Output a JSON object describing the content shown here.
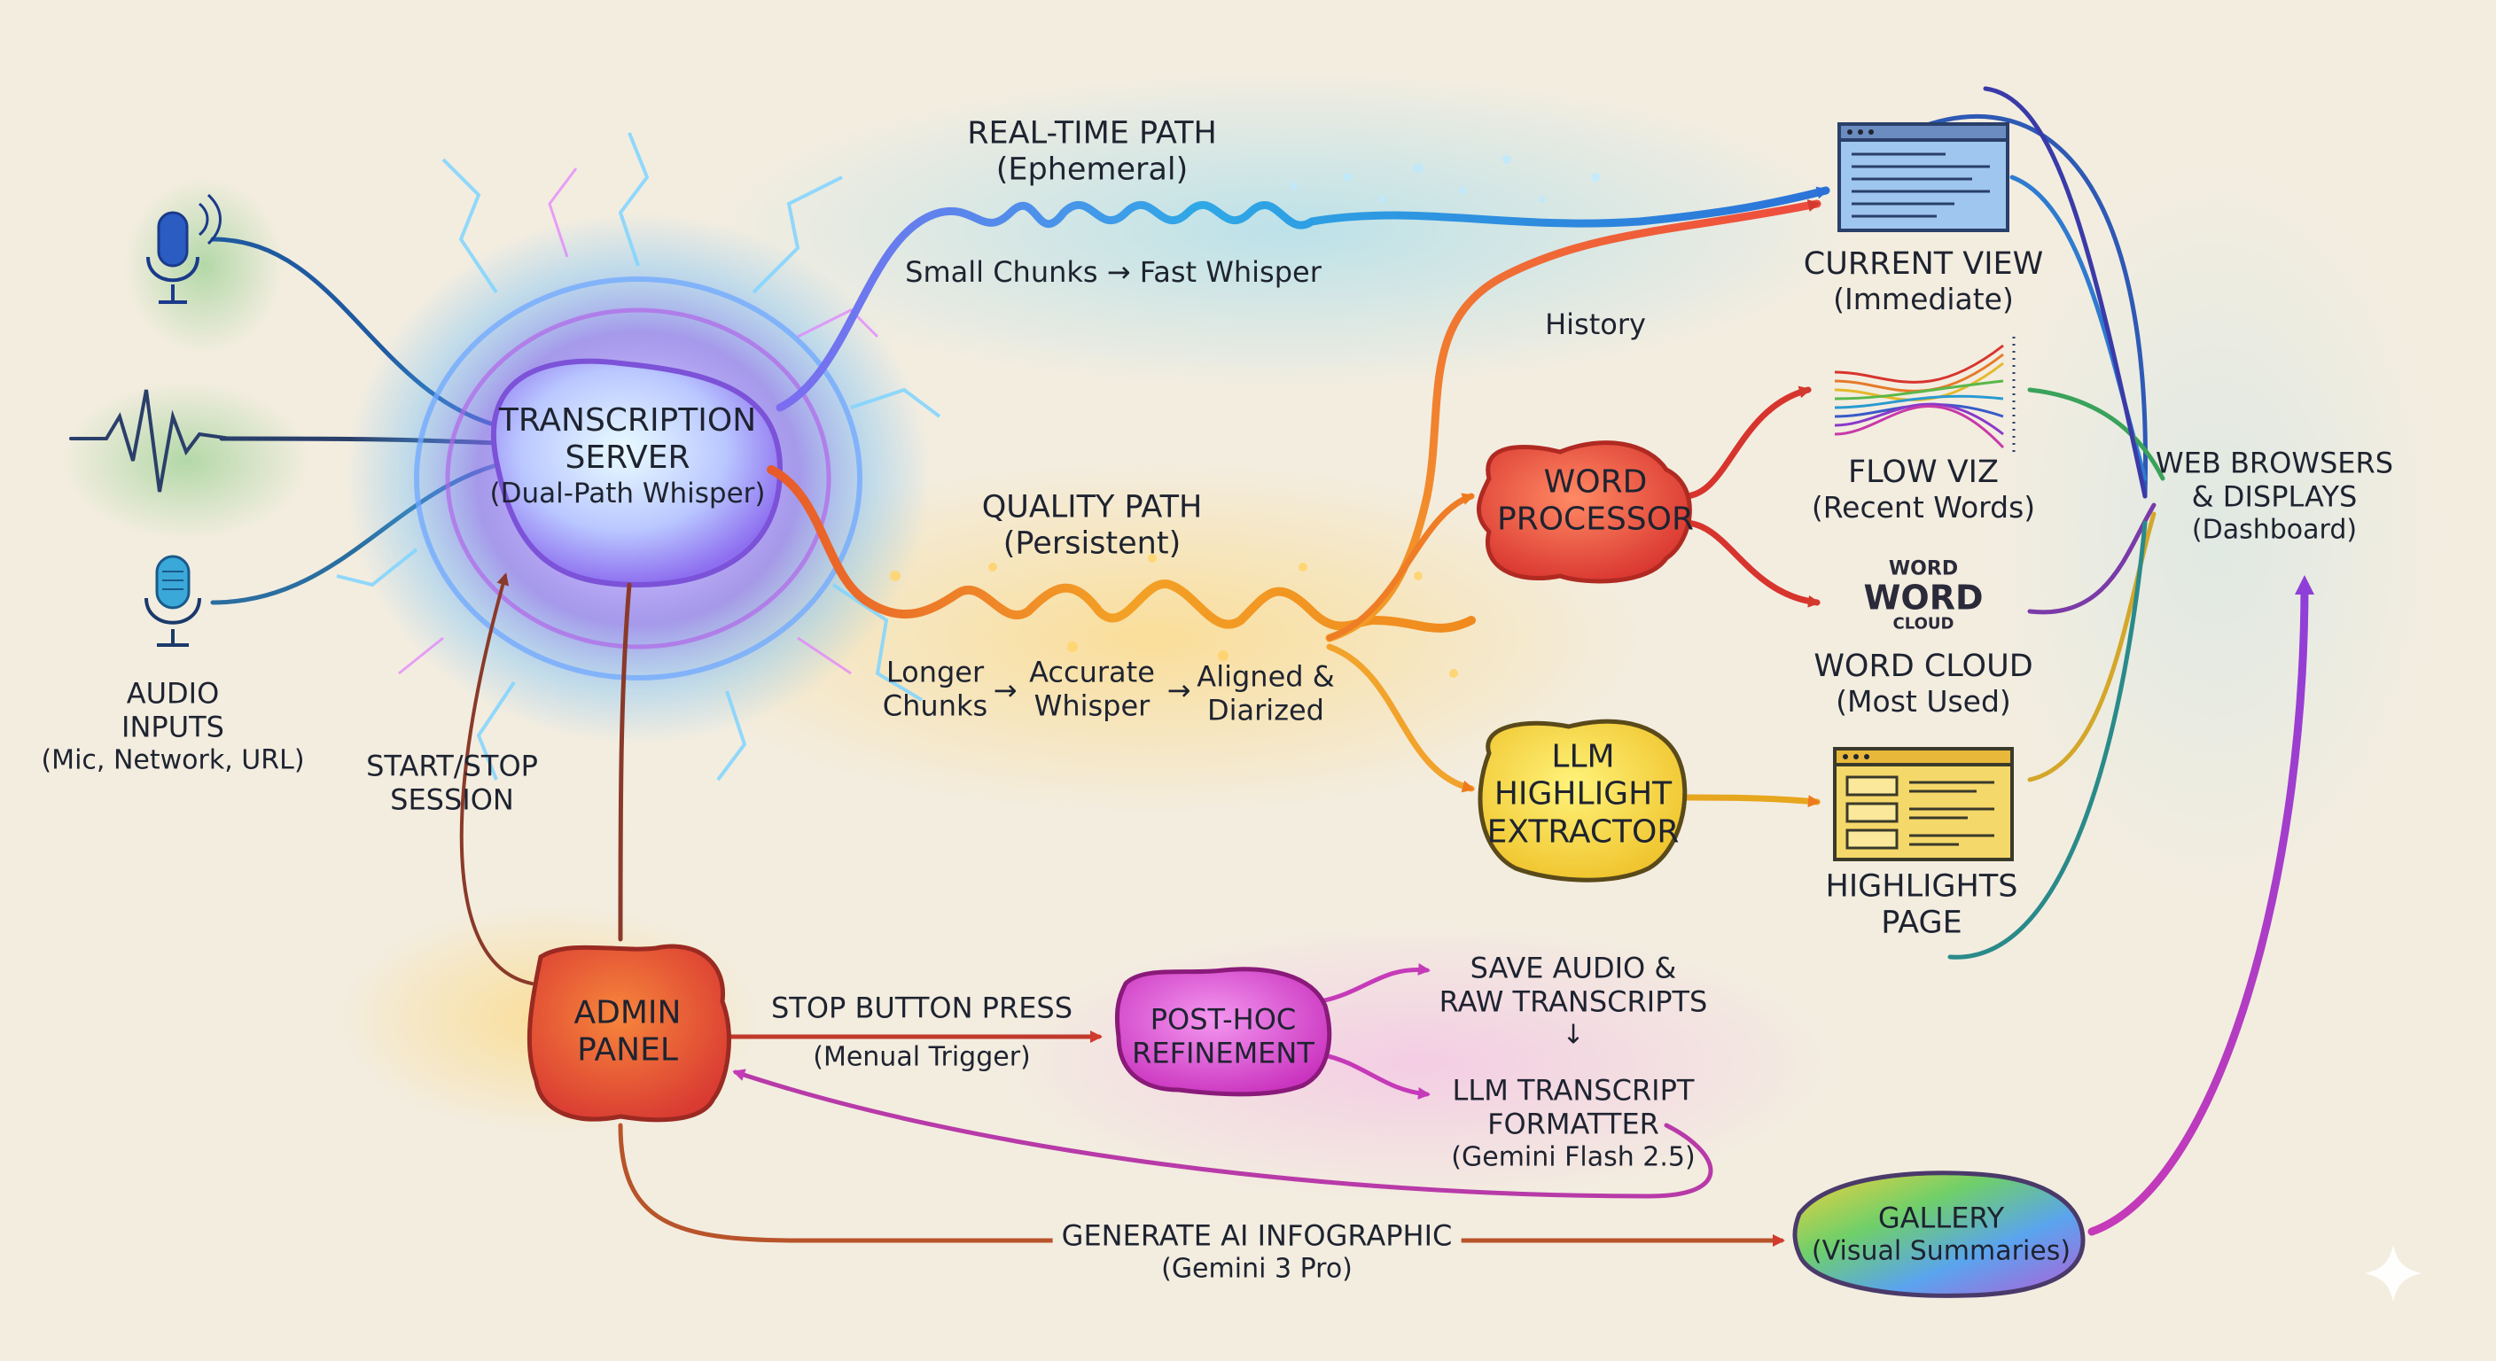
{
  "inputs": {
    "title_line1": "AUDIO",
    "title_line2": "INPUTS",
    "subtitle": "(Mic, Network, URL)",
    "icons": [
      "microphone-icon",
      "waveform-icon",
      "podcast-mic-icon"
    ]
  },
  "server": {
    "title_line1": "TRANSCRIPTION",
    "title_line2": "SERVER",
    "subtitle": "(Dual-Path Whisper)"
  },
  "realtime_path": {
    "title": "REAL-TIME PATH",
    "subtitle": "(Ephemeral)",
    "flow_text": "Small Chunks → Fast Whisper"
  },
  "quality_path": {
    "title": "QUALITY PATH",
    "subtitle": "(Persistent)",
    "step1_line1": "Longer",
    "step1_line2": "Chunks",
    "step2_line1": "Accurate",
    "step2_line2": "Whisper",
    "step3_line1": "Aligned &",
    "step3_line2": "Diarized"
  },
  "history_label": "History",
  "current_view": {
    "title": "CURRENT VIEW",
    "subtitle": "(Immediate)"
  },
  "word_processor": {
    "line1": "WORD",
    "line2": "PROCESSOR"
  },
  "flow_viz": {
    "title": "FLOW VIZ",
    "subtitle": "(Recent Words)"
  },
  "word_cloud": {
    "title": "WORD CLOUD",
    "subtitle": "(Most Used)",
    "icon_word_top": "WORD",
    "icon_word_main": "WORD",
    "icon_word_bottom": "CLOUD"
  },
  "llm_highlight": {
    "line1": "LLM",
    "line2": "HIGHLIGHT",
    "line3": "EXTRACTOR"
  },
  "highlights_page": {
    "line1": "HIGHLIGHTS",
    "line2": "PAGE"
  },
  "web_browsers": {
    "line1": "WEB BROWSERS",
    "line2": "& DISPLAYS",
    "line3": "(Dashboard)"
  },
  "session_control": {
    "line1": "START/STOP",
    "line2": "SESSION"
  },
  "admin_panel": {
    "line1": "ADMIN",
    "line2": "PANEL"
  },
  "stop_button": {
    "title": "STOP BUTTON PRESS",
    "subtitle": "(Menual Trigger)"
  },
  "post_hoc": {
    "line1": "POST-HOC",
    "line2": "REFINEMENT"
  },
  "save_audio": {
    "line1": "SAVE AUDIO &",
    "line2": "RAW TRANSCRIPTS",
    "arrow": "↓"
  },
  "llm_formatter": {
    "line1": "LLM TRANSCRIPT",
    "line2": "FORMATTER",
    "line3": "(Gemini Flash 2.5)"
  },
  "generate_infographic": {
    "title": "GENERATE AI INFOGRAPHIC",
    "subtitle": "(Gemini 3 Pro)"
  },
  "gallery": {
    "title": "GALLERY",
    "subtitle": "(Visual Summaries)"
  },
  "colors": {
    "background": "#f3ede0",
    "realtime_blue": "#2f8fe0",
    "quality_orange": "#f08a1e",
    "word_processor_red": "#e2463a",
    "llm_yellow": "#f3d23a",
    "admin_red": "#e2503a",
    "post_hoc_magenta": "#d83fc7",
    "gallery_rainbow": "#6a5ac8",
    "server_glow": "#8b7cf0"
  }
}
